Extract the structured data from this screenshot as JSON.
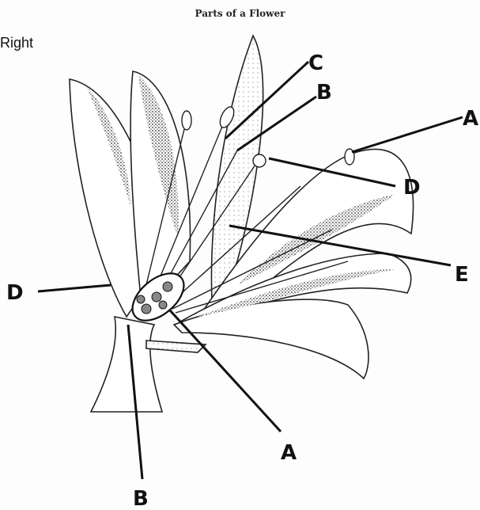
{
  "header": {
    "title": "Parts of a Flower",
    "side_text": "Right"
  },
  "labels": {
    "top_c": "C",
    "top_b": "B",
    "top_a": "A",
    "right_d": "D",
    "right_e": "E",
    "left_d": "D",
    "bottom_a": "A",
    "bottom_b": "B"
  },
  "colors": {
    "ink": "#111111",
    "paper": "#fdfdfd",
    "shade": "#555555"
  }
}
